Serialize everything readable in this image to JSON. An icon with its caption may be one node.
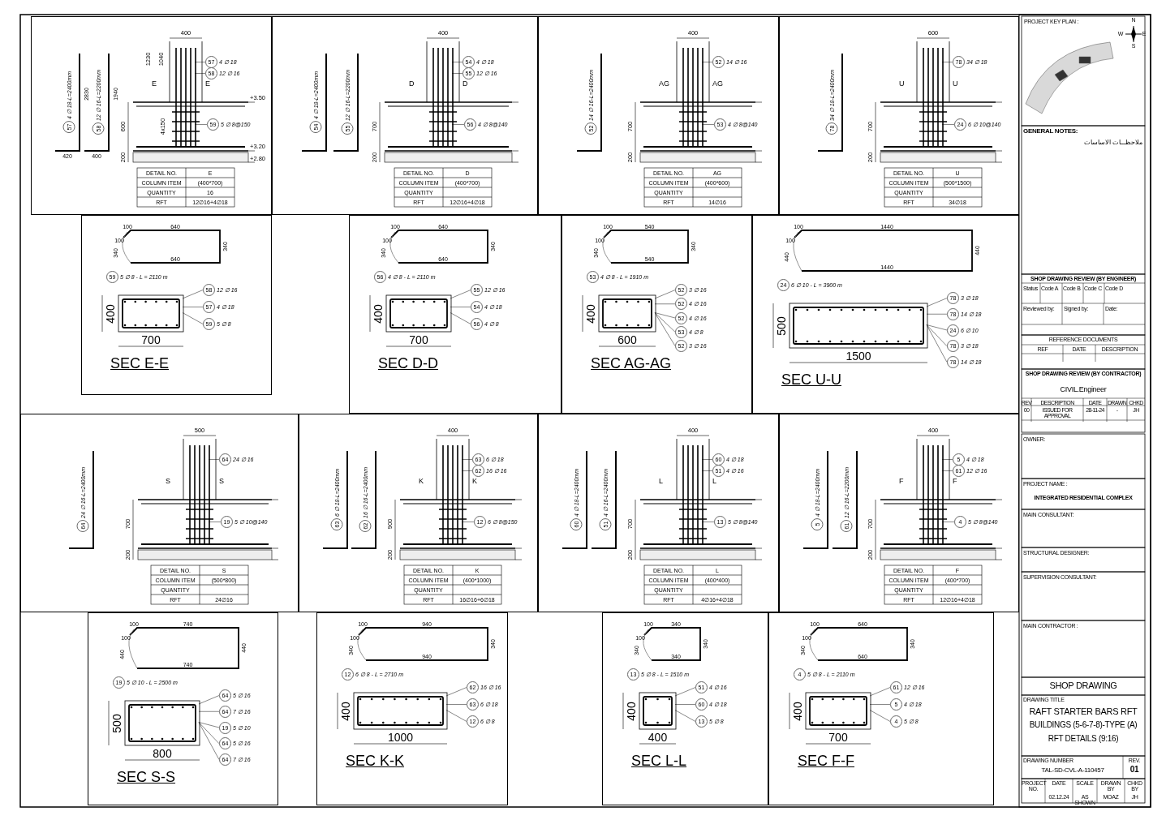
{
  "diagram": {
    "nodes": [
      {
        "text": [],
        "shape": "box"
      },
      {
        "text": [
          "57"
        ],
        "beside": [
          "4 ∅ 18-L=2400mm"
        ],
        "in": 0
      },
      {
        "text": [
          "58"
        ],
        "beside": [
          "12 ∅ 16-L=2200mm"
        ],
        "in": 0
      },
      {
        "text": [
          "57"
        ],
        "beside": [
          "4 ∅ 18"
        ],
        "in": 0
      },
      {
        "text": [
          "58"
        ],
        "beside": [
          "12 ∅ 16"
        ],
        "in": 0
      },
      {
        "text": [
          "59"
        ],
        "beside": [
          "5 ∅ 8@150"
        ],
        "in": 0
      },
      {
        "text": [],
        "shape": "box"
      },
      {
        "text": [
          "54"
        ],
        "beside": [
          "4 ∅ 18-L=2400mm"
        ],
        "in": 6
      },
      {
        "text": [
          "55"
        ],
        "beside": [
          "12 ∅ 16-L=2200mm"
        ],
        "in": 6
      },
      {
        "text": [
          "54"
        ],
        "beside": [
          "4 ∅ 18"
        ],
        "in": 6
      },
      {
        "text": [
          "55"
        ],
        "beside": [
          "12 ∅ 16"
        ],
        "in": 6
      },
      {
        "text": [
          "56"
        ],
        "beside": [
          "4 ∅ 8@140"
        ],
        "in": 6
      },
      {
        "text": [],
        "shape": "box"
      },
      {
        "text": [
          "52"
        ],
        "beside": [
          "14 ∅ 16-L=2400mm"
        ],
        "in": 12
      },
      {
        "text": [
          "52"
        ],
        "beside": [
          "14 ∅ 16"
        ],
        "in": 12
      },
      {
        "text": [
          "53"
        ],
        "beside": [
          "4 ∅ 8@140"
        ],
        "in": 12
      },
      {
        "text": [],
        "shape": "box"
      },
      {
        "text": [
          "78"
        ],
        "beside": [
          "34 ∅ 18-L=2400mm"
        ],
        "in": 16
      },
      {
        "text": [
          "78"
        ],
        "beside": [
          "34 ∅ 18"
        ],
        "in": 16
      },
      {
        "text": [
          "24"
        ],
        "beside": [
          "6 ∅ 10@140"
        ],
        "in": 16
      },
      {
        "text": [
          "SEC E-E"
        ]
      },
      {
        "text": [
          "59"
        ],
        "beside": [
          "5 ∅ 8 - L = 2110 m"
        ],
        "in": 20
      },
      {
        "text": [
          "58"
        ],
        "beside": [
          "12 ∅ 16"
        ],
        "in": 20
      },
      {
        "text": [
          "57"
        ],
        "beside": [
          "4 ∅ 18"
        ],
        "in": 20
      },
      {
        "text": [
          "59"
        ],
        "beside": [
          "5 ∅ 8"
        ],
        "in": 20
      },
      {
        "text": [
          "SEC D-D"
        ]
      },
      {
        "text": [
          "56"
        ],
        "beside": [
          "4 ∅ 8 - L = 2110 m"
        ],
        "in": 25
      },
      {
        "text": [
          "55"
        ],
        "beside": [
          "12 ∅ 16"
        ],
        "in": 25
      },
      {
        "text": [
          "54"
        ],
        "beside": [
          "4 ∅ 18"
        ],
        "in": 25
      },
      {
        "text": [
          "56"
        ],
        "beside": [
          "4 ∅ 8"
        ],
        "in": 25
      },
      {
        "text": [
          "SEC AG-AG"
        ]
      },
      {
        "text": [
          "53"
        ],
        "beside": [
          "4 ∅ 8 - L = 1910 m"
        ],
        "in": 30
      },
      {
        "text": [
          "52"
        ],
        "beside": [
          "3 ∅ 16"
        ],
        "in": 30
      },
      {
        "text": [
          "52"
        ],
        "beside": [
          "4 ∅ 16"
        ],
        "in": 30
      },
      {
        "text": [
          "52"
        ],
        "beside": [
          "4 ∅ 16"
        ],
        "in": 30
      },
      {
        "text": [
          "53"
        ],
        "beside": [
          "4 ∅ 8"
        ],
        "in": 30
      },
      {
        "text": [
          "52"
        ],
        "beside": [
          "3 ∅ 16"
        ],
        "in": 30
      },
      {
        "text": [
          "SEC U-U"
        ]
      },
      {
        "text": [
          "24"
        ],
        "beside": [
          "6 ∅ 10 - L = 3900 m"
        ],
        "in": 37
      },
      {
        "text": [
          "78"
        ],
        "beside": [
          "3 ∅ 18"
        ],
        "in": 37
      },
      {
        "text": [
          "78"
        ],
        "beside": [
          "14 ∅ 18"
        ],
        "in": 37
      },
      {
        "text": [
          "24"
        ],
        "beside": [
          "6 ∅ 10"
        ],
        "in": 37
      },
      {
        "text": [
          "78"
        ],
        "beside": [
          "3 ∅ 18"
        ],
        "in": 37
      },
      {
        "text": [
          "78"
        ],
        "beside": [
          "14 ∅ 18"
        ],
        "in": 37
      },
      {
        "text": [],
        "shape": "box"
      },
      {
        "text": [
          "64"
        ],
        "beside": [
          "24 ∅ 16-L=2400mm"
        ],
        "in": 44
      },
      {
        "text": [
          "64"
        ],
        "beside": [
          "24 ∅ 16"
        ],
        "in": 44
      },
      {
        "text": [
          "19"
        ],
        "beside": [
          "5 ∅ 10@140"
        ],
        "in": 44
      },
      {
        "text": [],
        "shape": "box"
      },
      {
        "text": [
          "63"
        ],
        "beside": [
          "6 ∅ 18-L=2400mm"
        ],
        "in": 48
      },
      {
        "text": [
          "62"
        ],
        "beside": [
          "16 ∅ 16-L=2400mm"
        ],
        "in": 48
      },
      {
        "text": [
          "63"
        ],
        "beside": [
          "6 ∅ 18"
        ],
        "in": 48
      },
      {
        "text": [
          "62"
        ],
        "beside": [
          "16 ∅ 16"
        ],
        "in": 48
      },
      {
        "text": [
          "12"
        ],
        "beside": [
          "6 ∅ 8@150"
        ],
        "in": 48
      },
      {
        "text": [],
        "shape": "box"
      },
      {
        "text": [
          "60"
        ],
        "beside": [
          "4 ∅ 18-L=2400mm"
        ],
        "in": 54
      },
      {
        "text": [
          "51"
        ],
        "beside": [
          "4 ∅ 16-L=2400mm"
        ],
        "in": 54
      },
      {
        "text": [
          "60"
        ],
        "beside": [
          "4 ∅ 18"
        ],
        "in": 54
      },
      {
        "text": [
          "51"
        ],
        "beside": [
          "4 ∅ 16"
        ],
        "in": 54
      },
      {
        "text": [
          "13"
        ],
        "beside": [
          "5 ∅ 8@140"
        ],
        "in": 54
      },
      {
        "text": [],
        "shape": "box"
      },
      {
        "text": [
          "5"
        ],
        "beside": [
          "4 ∅ 18-L=2400mm"
        ],
        "in": 60
      },
      {
        "text": [
          "61"
        ],
        "beside": [
          "12 ∅ 16-L=2200mm"
        ],
        "in": 60
      },
      {
        "text": [
          "5"
        ],
        "beside": [
          "4 ∅ 18"
        ],
        "in": 60
      },
      {
        "text": [
          "61"
        ],
        "beside": [
          "12 ∅ 16"
        ],
        "in": 60
      },
      {
        "text": [
          "4"
        ],
        "beside": [
          "5 ∅ 8@140"
        ],
        "in": 60
      },
      {
        "text": [
          "SEC S-S"
        ]
      },
      {
        "text": [
          "19"
        ],
        "beside": [
          "5 ∅ 10 - L = 2500 m"
        ],
        "in": 66
      },
      {
        "text": [
          "64"
        ],
        "beside": [
          "5 ∅ 16"
        ],
        "in": 66
      },
      {
        "text": [
          "64"
        ],
        "beside": [
          "7 ∅ 16"
        ],
        "in": 66
      },
      {
        "text": [
          "19"
        ],
        "beside": [
          "5 ∅ 10"
        ],
        "in": 66
      },
      {
        "text": [
          "64"
        ],
        "beside": [
          "5 ∅ 16"
        ],
        "in": 66
      },
      {
        "text": [
          "64"
        ],
        "beside": [
          "7 ∅ 16"
        ],
        "in": 66
      },
      {
        "text": [
          "SEC K-K"
        ]
      },
      {
        "text": [
          "12"
        ],
        "beside": [
          "6 ∅ 8 - L = 2710 m"
        ],
        "in": 73
      },
      {
        "text": [
          "62"
        ],
        "beside": [
          "16 ∅ 16"
        ],
        "in": 73
      },
      {
        "text": [
          "63"
        ],
        "beside": [
          "6 ∅ 18"
        ],
        "in": 73
      },
      {
        "text": [
          "12"
        ],
        "beside": [
          "6 ∅ 8"
        ],
        "in": 73
      },
      {
        "text": [
          "SEC L-L"
        ]
      },
      {
        "text": [
          "13"
        ],
        "beside": [
          "5 ∅ 8 - L = 1510 m"
        ],
        "in": 78
      },
      {
        "text": [
          "51"
        ],
        "beside": [
          "4 ∅ 16"
        ],
        "in": 78
      },
      {
        "text": [
          "60"
        ],
        "beside": [
          "4 ∅ 18"
        ],
        "in": 78
      },
      {
        "text": [
          "13"
        ],
        "beside": [
          "5 ∅ 8"
        ],
        "in": 78
      },
      {
        "text": [
          "SEC F-F"
        ]
      },
      {
        "text": [
          "4"
        ],
        "beside": [
          "5 ∅ 8 - L = 2110 m"
        ],
        "in": 83
      },
      {
        "text": [
          "61"
        ],
        "beside": [
          "12 ∅ 16"
        ],
        "in": 83
      },
      {
        "text": [
          "5"
        ],
        "beside": [
          "4 ∅ 18"
        ],
        "in": 83
      },
      {
        "text": [
          "4"
        ],
        "beside": [
          "5 ∅ 8"
        ],
        "in": 83
      }
    ],
    "edges": [
      {
        "from": 3,
        "to": null,
        "arrow": "none"
      },
      {
        "from": 4,
        "to": null,
        "arrow": "none"
      },
      {
        "from": 5,
        "to": null,
        "arrow": "none"
      },
      {
        "from": 9,
        "to": null,
        "arrow": "none"
      },
      {
        "from": 10,
        "to": null,
        "arrow": "none"
      },
      {
        "from": 11,
        "to": null,
        "arrow": "none"
      },
      {
        "from": 14,
        "to": null,
        "arrow": "none"
      },
      {
        "from": 15,
        "to": null,
        "arrow": "none"
      },
      {
        "from": 18,
        "to": null,
        "arrow": "none"
      },
      {
        "from": 19,
        "to": null,
        "arrow": "none"
      },
      {
        "from": 22,
        "to": null,
        "arrow": "none"
      },
      {
        "from": 23,
        "to": null,
        "arrow": "none"
      },
      {
        "from": 24,
        "to": null,
        "arrow": "none"
      },
      {
        "from": 27,
        "to": null,
        "arrow": "none"
      },
      {
        "from": 28,
        "to": null,
        "arrow": "none"
      },
      {
        "from": 29,
        "to": null,
        "arrow": "none"
      },
      {
        "from": 32,
        "to": null,
        "arrow": "none"
      },
      {
        "from": 33,
        "to": null,
        "arrow": "none"
      },
      {
        "from": 34,
        "to": null,
        "arrow": "none"
      },
      {
        "from": 35,
        "to": null,
        "arrow": "none"
      },
      {
        "from": 36,
        "to": null,
        "arrow": "none"
      },
      {
        "from": 39,
        "to": null,
        "arrow": "none"
      },
      {
        "from": 40,
        "to": null,
        "arrow": "none"
      },
      {
        "from": 41,
        "to": null,
        "arrow": "none"
      },
      {
        "from": 42,
        "to": null,
        "arrow": "none"
      },
      {
        "from": 43,
        "to": null,
        "arrow": "none"
      },
      {
        "from": 46,
        "to": null,
        "arrow": "none"
      },
      {
        "from": 47,
        "to": null,
        "arrow": "none"
      },
      {
        "from": 51,
        "to": null,
        "arrow": "none"
      },
      {
        "from": 52,
        "to": null,
        "arrow": "none"
      },
      {
        "from": 53,
        "to": null,
        "arrow": "none"
      },
      {
        "from": 57,
        "to": null,
        "arrow": "none"
      },
      {
        "from": 58,
        "to": null,
        "arrow": "none"
      },
      {
        "from": 59,
        "to": null,
        "arrow": "none"
      },
      {
        "from": 63,
        "to": null,
        "arrow": "none"
      },
      {
        "from": 64,
        "to": null,
        "arrow": "none"
      },
      {
        "from": 65,
        "to": null,
        "arrow": "none"
      },
      {
        "from": 68,
        "to": null,
        "arrow": "none"
      },
      {
        "from": 69,
        "to": null,
        "arrow": "none"
      },
      {
        "from": 70,
        "to": null,
        "arrow": "none"
      },
      {
        "from": 71,
        "to": null,
        "arrow": "none"
      },
      {
        "from": 72,
        "to": null,
        "arrow": "none"
      },
      {
        "from": 75,
        "to": null,
        "arrow": "none"
      },
      {
        "from": 76,
        "to": null,
        "arrow": "none"
      },
      {
        "from": 77,
        "to": null,
        "arrow": "none"
      },
      {
        "from": 80,
        "to": null,
        "arrow": "none"
      },
      {
        "from": 81,
        "to": null,
        "arrow": "none"
      },
      {
        "from": 82,
        "to": null,
        "arrow": "none"
      },
      {
        "from": 85,
        "to": null,
        "arrow": "none"
      },
      {
        "from": 86,
        "to": null,
        "arrow": "none"
      },
      {
        "from": 87,
        "to": null,
        "arrow": "none"
      }
    ],
    "labels": [
      "E",
      "E",
      "400",
      "600",
      "200",
      "+3.50",
      "+3.20",
      "+2.80",
      "1230",
      "1040",
      "2830",
      "420",
      "1940",
      "400",
      "4x150",
      "DETAIL NO.",
      "E",
      "COLUMN ITEM",
      "(400*700)",
      "QUANTITY",
      "16",
      "RFT",
      "12∅16+4∅18",
      "D",
      "D",
      "400",
      "700",
      "200",
      "DETAIL NO.",
      "D",
      "COLUMN ITEM",
      "(400*700)",
      "QUANTITY",
      "RFT",
      "12∅16+4∅18",
      "AG",
      "AG",
      "400",
      "700",
      "200",
      "DETAIL NO.",
      "AG",
      "COLUMN ITEM",
      "(400*600)",
      "QUANTITY",
      "RFT",
      "14∅16",
      "U",
      "U",
      "600",
      "700",
      "200",
      "DETAIL NO.",
      "U",
      "COLUMN ITEM",
      "(500*1500)",
      "QUANTITY",
      "RFT",
      "34∅18",
      "640",
      "640",
      "340",
      "100",
      "100",
      "340",
      "700",
      "400",
      "640",
      "640",
      "340",
      "100",
      "100",
      "340",
      "700",
      "400",
      "540",
      "540",
      "340",
      "100",
      "100",
      "340",
      "600",
      "400",
      "1440",
      "1440",
      "440",
      "100",
      "100",
      "440",
      "1500",
      "500",
      "S",
      "S",
      "500",
      "700",
      "200",
      "DETAIL NO.",
      "S",
      "COLUMN ITEM",
      "(500*800)",
      "QUANTITY",
      "RFT",
      "24∅16",
      "K",
      "K",
      "400",
      "900",
      "200",
      "DETAIL NO.",
      "K",
      "COLUMN ITEM",
      "(400*1000)",
      "QUANTITY",
      "RFT",
      "16∅16+6∅18",
      "L",
      "L",
      "400",
      "700",
      "200",
      "DETAIL NO.",
      "L",
      "COLUMN ITEM",
      "(400*400)",
      "QUANTITY",
      "RFT",
      "4∅16+4∅18",
      "F",
      "F",
      "400",
      "700",
      "200",
      "DETAIL NO.",
      "F",
      "COLUMN ITEM",
      "(400*700)",
      "QUANTITY",
      "RFT",
      "12∅16+4∅18",
      "740",
      "740",
      "440",
      "100",
      "100",
      "440",
      "800",
      "500",
      "940",
      "940",
      "340",
      "100",
      "100",
      "340",
      "1000",
      "400",
      "340",
      "340",
      "340",
      "100",
      "100",
      "340",
      "400",
      "400",
      "640",
      "640",
      "340",
      "100",
      "100",
      "340",
      "700",
      "400",
      "PROJECT KEY PLAN :",
      "N",
      "W",
      "E",
      "S",
      "GENERAL NOTES:",
      "ملاحظـــات الاساسات",
      "SHOP DRAWING REVIEW (BY ENGINEER)",
      "Status",
      "Code A",
      "Code B",
      "Code C",
      "Code D",
      "Reviewed by:",
      "Signed by:",
      "Date:",
      "REFERENCE DOCUMENTS",
      "REF",
      "DATE",
      "DESCRIPTION",
      "SHOP DRAWING REVIEW (BY CONTRACTOR)",
      "CIVIL.Engineer",
      "REV",
      "DESCRIPTION",
      "DATE",
      "DRAWN",
      "CHKD",
      "00",
      "ISSUED FOR APPROVAL",
      "28-11-24",
      "-",
      "JH",
      "OWNER:",
      "PROJECT NAME :",
      "INTEGRATED RESIDENTIAL COMPLEX",
      "MAIN CONSULTANT:",
      "STRUCTURAL DESIGNER:",
      "SUPERVISION CONSULTANT:",
      "MAIN CONTRACTOR :",
      "SHOP DRAWING",
      "DRAWING TITLE",
      "RAFT STARTER BARS RFT",
      "BUILDINGS (5-6-7-8)-TYPE (A)",
      "RFT DETAILS (9:16)",
      "DRAWING NUMBER",
      "TAL-SD-CVL-A-110457",
      "REV.",
      "01",
      "PROJECT NO.",
      "DATE",
      "SCALE",
      "DRAWN BY",
      "CHKD BY",
      "02.12.24",
      "AS SHOWN",
      "MOAZ",
      "JH"
    ]
  }
}
